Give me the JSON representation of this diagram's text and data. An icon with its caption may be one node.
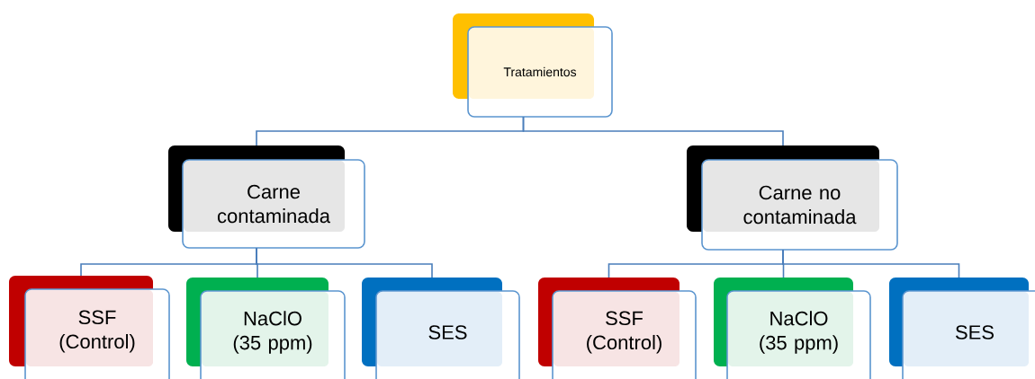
{
  "diagram": {
    "nodes": [
      {
        "text": [
          "Tratamientos"
        ]
      },
      {
        "text": [
          "Carne contaminada"
        ]
      },
      {
        "text": [
          "Carne no contaminada"
        ]
      },
      {
        "text": [
          "SSF (Control)"
        ]
      },
      {
        "text": [
          "NaClO (35 ppm)"
        ]
      },
      {
        "text": [
          "SES"
        ]
      },
      {
        "text": [
          "SSF (Control)"
        ]
      },
      {
        "text": [
          "NaClO (35 ppm)"
        ]
      },
      {
        "text": [
          "SES"
        ]
      }
    ],
    "edges": [
      {
        "from": 0,
        "to": 1,
        "arrow": "none"
      },
      {
        "from": 0,
        "to": 2,
        "arrow": "none"
      },
      {
        "from": 1,
        "to": 3,
        "arrow": "none"
      },
      {
        "from": 1,
        "to": 4,
        "arrow": "none"
      },
      {
        "from": 1,
        "to": 5,
        "arrow": "none"
      },
      {
        "from": 2,
        "to": 6,
        "arrow": "none"
      },
      {
        "from": 2,
        "to": 7,
        "arrow": "none"
      },
      {
        "from": 2,
        "to": 8,
        "arrow": "none"
      }
    ]
  }
}
